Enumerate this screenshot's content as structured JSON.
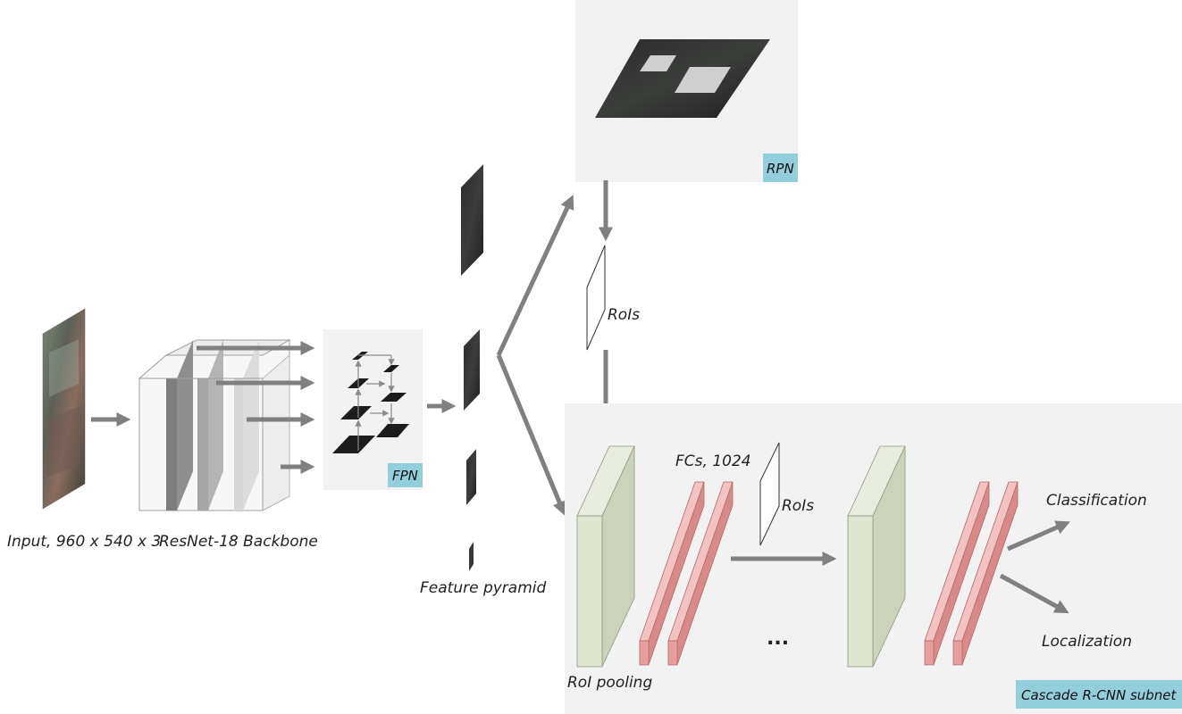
{
  "labels": {
    "input": "Input, 960 x 540 x 3",
    "backbone": "ResNet-18 Backbone",
    "fpn": "FPN",
    "feature_pyramid": "Feature pyramid",
    "rpn": "RPN",
    "rois_top": "RoIs",
    "rois_mid": "RoIs",
    "fcs": "FCs, 1024",
    "roi_pooling": "RoI pooling",
    "ellipsis": "...",
    "classification": "Classification",
    "localization": "Localization",
    "cascade": "Cascade R-CNN subnet"
  },
  "colors": {
    "tag_bg": "#93cfdb",
    "panel_bg": "#f2f2f2",
    "fc_fill": "#e89e9e",
    "pool_fill": "#dde4cf",
    "arrow": "#808080",
    "feature_dark": "#222222"
  }
}
